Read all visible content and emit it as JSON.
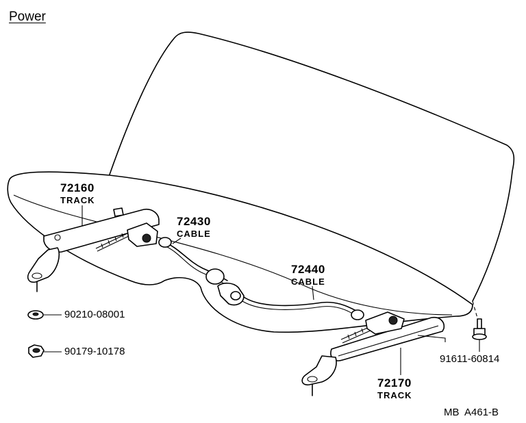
{
  "title": "Power",
  "parts": [
    {
      "number": "72160",
      "name": "TRACK"
    },
    {
      "number": "72430",
      "name": "CABLE"
    },
    {
      "number": "72440",
      "name": "CABLE"
    },
    {
      "number": "72170",
      "name": "TRACK"
    }
  ],
  "fasteners": [
    {
      "number": "90210-08001",
      "icon": "washer-icon"
    },
    {
      "number": "90179-10178",
      "icon": "nut-icon"
    },
    {
      "number": "91611-60814",
      "icon": "bolt-icon"
    }
  ],
  "figure_code": "MB  A461-B"
}
